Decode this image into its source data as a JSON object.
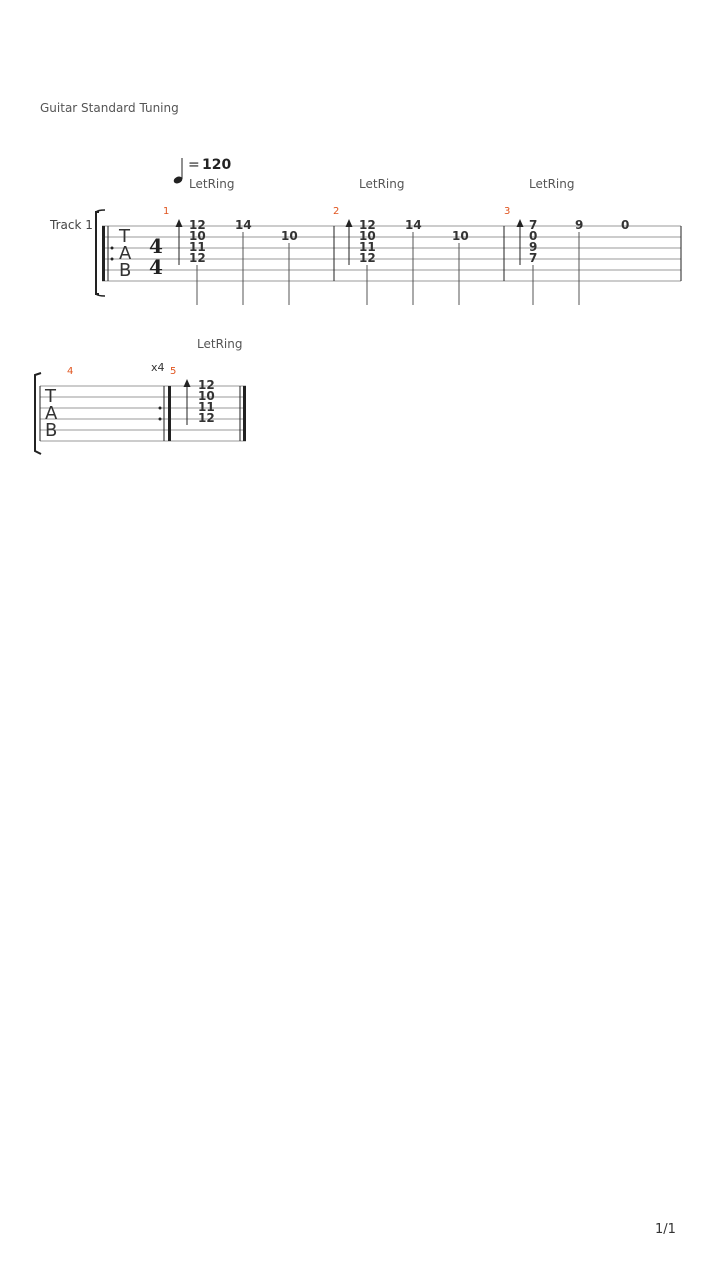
{
  "score": {
    "tuning_label": "Guitar Standard Tuning",
    "track_label": "Track 1",
    "tempo_value": "120",
    "tab_letters": [
      "T",
      "A",
      "B"
    ],
    "time_signature": {
      "top": "4",
      "bottom": "4"
    },
    "repeat_count": "x4",
    "page_number": "1/1"
  },
  "measures": [
    {
      "number": "1",
      "effect": "LetRing",
      "beats": [
        {
          "frets": [
            "12",
            "10",
            "11",
            "12"
          ],
          "strings": [
            1,
            2,
            3,
            4
          ],
          "arpeggio": true
        },
        {
          "frets": [
            "14"
          ],
          "strings": [
            1
          ]
        },
        {
          "frets": [
            "10"
          ],
          "strings": [
            2
          ]
        }
      ]
    },
    {
      "number": "2",
      "effect": "LetRing",
      "beats": [
        {
          "frets": [
            "12",
            "10",
            "11",
            "12"
          ],
          "strings": [
            1,
            2,
            3,
            4
          ],
          "arpeggio": true
        },
        {
          "frets": [
            "14"
          ],
          "strings": [
            1
          ]
        },
        {
          "frets": [
            "10"
          ],
          "strings": [
            2
          ]
        }
      ]
    },
    {
      "number": "3",
      "effect": "LetRing",
      "beats": [
        {
          "frets": [
            "7",
            "0",
            "9",
            "7"
          ],
          "strings": [
            1,
            2,
            3,
            4
          ],
          "arpeggio": true
        },
        {
          "frets": [
            "9"
          ],
          "strings": [
            1
          ]
        },
        {
          "frets": [
            "0"
          ],
          "strings": [
            1
          ]
        }
      ]
    },
    {
      "number": "4",
      "effect": "",
      "beats": []
    },
    {
      "number": "5",
      "effect": "LetRing",
      "beats": [
        {
          "frets": [
            "12",
            "10",
            "11",
            "12"
          ],
          "strings": [
            1,
            2,
            3,
            4
          ],
          "arpeggio": true
        }
      ]
    }
  ]
}
